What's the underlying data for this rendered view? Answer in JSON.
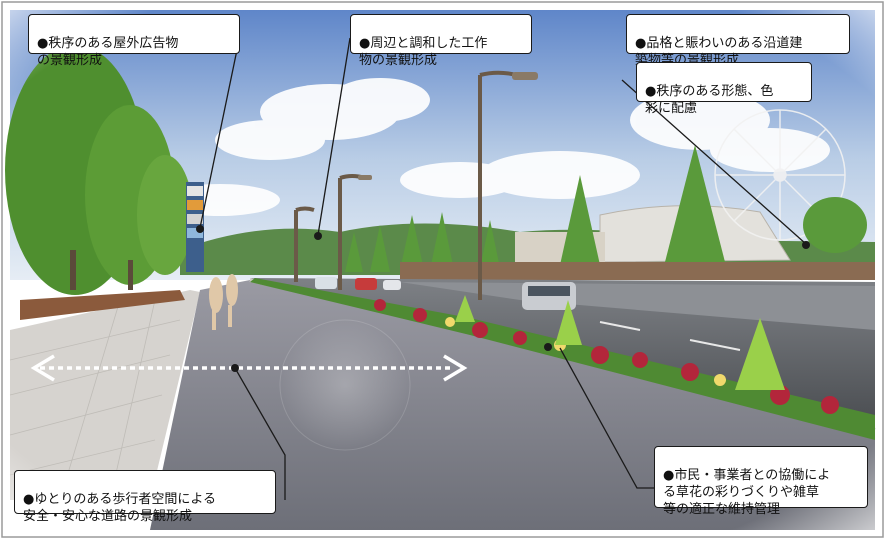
{
  "callouts": {
    "signage": "●秩序のある屋外広告物\nの景観形成",
    "structures": "●周辺と調和した工作\n物の景観形成",
    "buildings": "●品格と賑わいのある沿道建\n築物等の景観形成",
    "form_color": "●秩序のある形態、色\n彩に配慮",
    "sidewalk": "●ゆとりのある歩行者空間による\n安全・安心な道路の景観形成",
    "flowers": "●市民・事業者との協働によ\nる草花の彩りづくりや雑草\n等の適正な維持管理"
  },
  "colors": {
    "sky_top": "#5f86c9",
    "sky_bottom": "#dfe8f3",
    "tree_green": "#4f8f2f",
    "sidewalk": "#d6d3cf",
    "road": "#5c5f63",
    "flower_red": "#b3263b",
    "callout_border": "#1a1a1a",
    "arrow": "#ffffff"
  }
}
